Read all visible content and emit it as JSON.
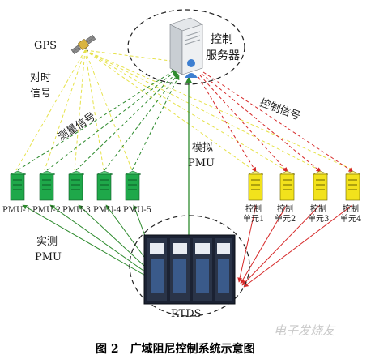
{
  "server": {
    "label_line1": "控制",
    "label_line2": "服务器"
  },
  "gps": {
    "label": "GPS",
    "timing_line1": "对时",
    "timing_line2": "信号"
  },
  "signals": {
    "measurement": "测量信号",
    "control": "控制信号"
  },
  "simulated_pmu": {
    "line1": "模拟",
    "line2": "PMU"
  },
  "measured_pmu": {
    "line1": "实测",
    "line2": "PMU"
  },
  "pmus": [
    {
      "label": "PMU-1"
    },
    {
      "label": "PMU-2"
    },
    {
      "label": "PMU-3"
    },
    {
      "label": "PMU-4"
    },
    {
      "label": "PMU-5"
    }
  ],
  "control_units": [
    {
      "line1": "控制",
      "line2": "单元1"
    },
    {
      "line1": "控制",
      "line2": "单元2"
    },
    {
      "line1": "控制",
      "line2": "单元3"
    },
    {
      "line1": "控制",
      "line2": "单元4"
    }
  ],
  "rtds": {
    "label": "RTDS"
  },
  "caption": "图 2　广域阻尼控制系统示意图",
  "watermark": "电子发烧友",
  "colors": {
    "gps_lines": "#e6e24a",
    "measure_lines": "#2e8b2e",
    "control_lines": "#d62828",
    "pmu_fill": "#1fa84a",
    "unit_fill": "#f2e21c",
    "rtds_fill": "#1b2233"
  }
}
